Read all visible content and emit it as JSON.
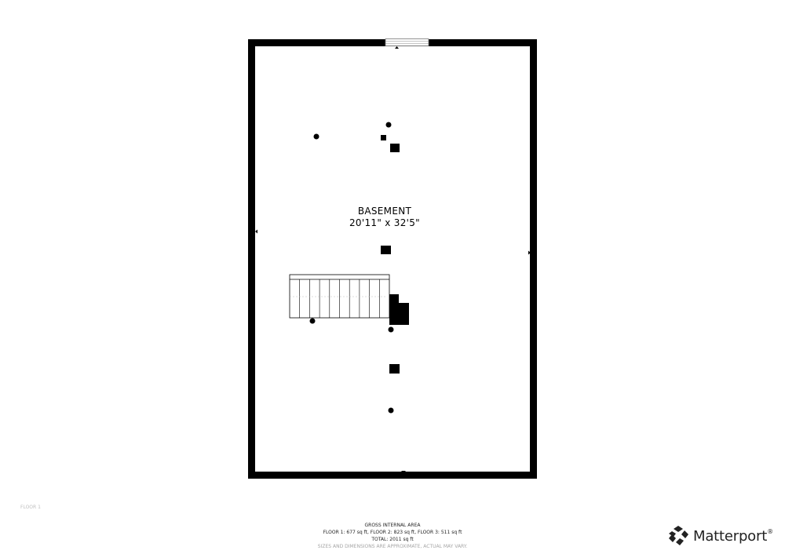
{
  "room": {
    "name": "BASEMENT",
    "dimensions": "20'11\" x 32'5\""
  },
  "floor_tag": "FLOOR 1",
  "area": {
    "heading": "GROSS INTERNAL AREA",
    "floors": "FLOOR 1: 677 sq ft, FLOOR 2: 823 sq ft, FLOOR 3: 511 sq ft",
    "total": "TOTAL: 2011 sq ft",
    "disclaimer": "SIZES AND DIMENSIONS ARE APPROXIMATE, ACTUAL MAY VARY."
  },
  "brand": {
    "name": "Matterport",
    "mark": "®",
    "icon": "matterport-logo-icon"
  },
  "colors": {
    "wall": "#000000",
    "background": "#ffffff"
  }
}
